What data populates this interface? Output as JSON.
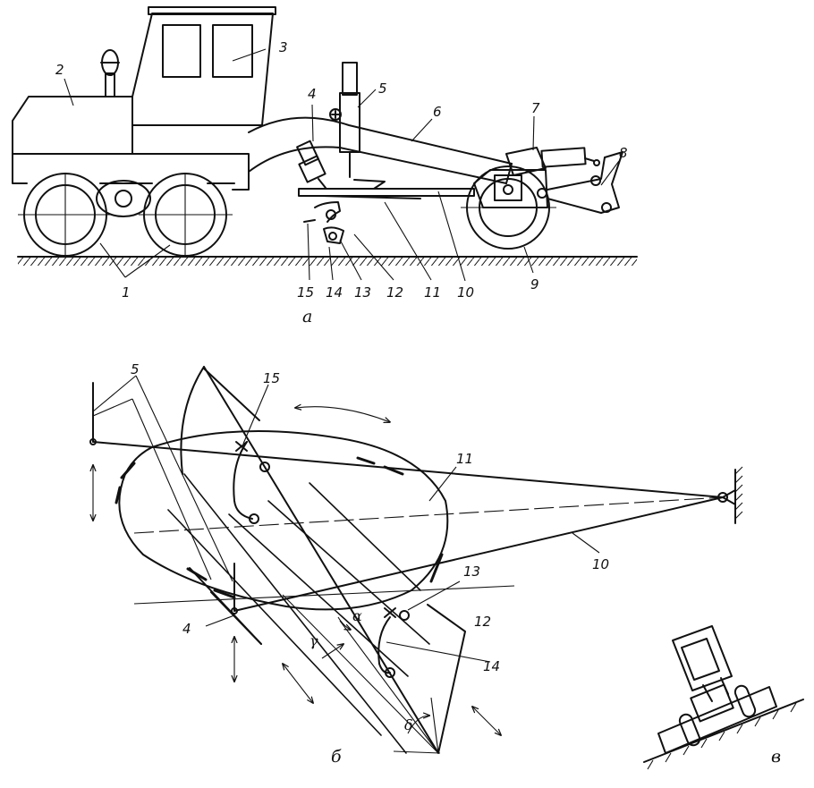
{
  "part_numbers": {
    "n1": "1",
    "n2": "2",
    "n3": "3",
    "n4": "4",
    "n5": "5",
    "n6": "6",
    "n7": "7",
    "n8": "8",
    "n9": "9",
    "n10": "10",
    "n11": "11",
    "n12": "12",
    "n13": "13",
    "n14": "14",
    "n15": "15"
  },
  "subfigures": {
    "a": "а",
    "b": "б",
    "v": "в"
  },
  "angles": {
    "alpha": "α",
    "gamma": "γ",
    "delta": "δ"
  }
}
